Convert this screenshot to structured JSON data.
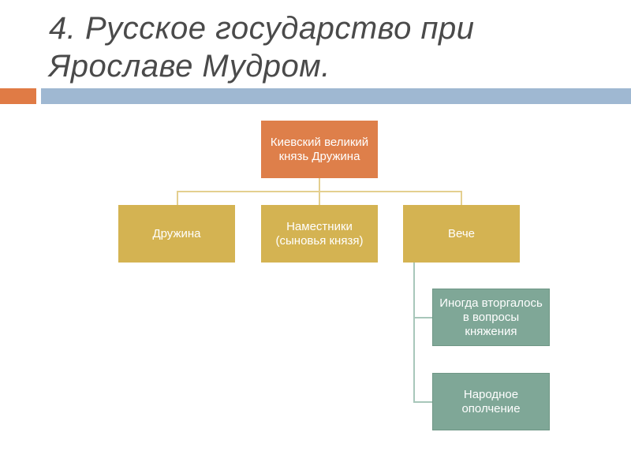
{
  "slide": {
    "title_line1": "4. Русское государство при",
    "title_line2": "Ярославе Мудром."
  },
  "diagram": {
    "root": "Киевский великий князь Дружина",
    "level1": [
      "Дружина",
      "Наместники (сыновья князя)",
      "Вече"
    ],
    "veche_children": [
      "Иногда вторгалось в вопросы княжения",
      "Народное ополчение"
    ]
  },
  "colors": {
    "accent_bar": "#e07b45",
    "main_bar": "#9fb8d2",
    "root_box": "#de7f4a",
    "level1_box": "#d4b352",
    "level2_box": "#7fa797"
  }
}
